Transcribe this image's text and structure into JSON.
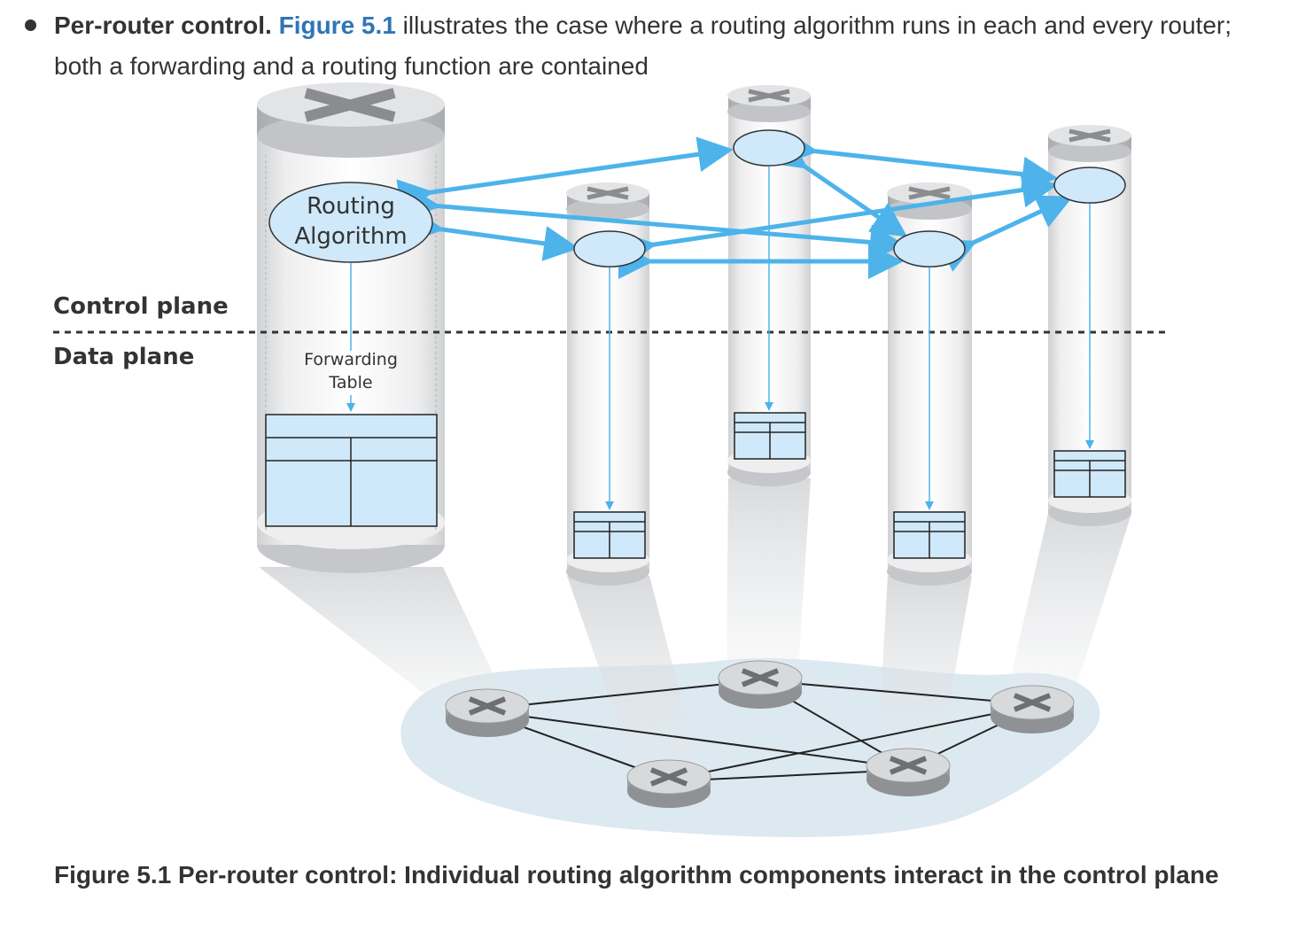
{
  "bullet": {
    "lead": "Per-router control.",
    "link": "Figure 5.1",
    "rest": " illustrates the case where a routing algorithm runs in each and every router; both a forwarding and a routing function are contained"
  },
  "figure": {
    "routing_algorithm_line1": "Routing",
    "routing_algorithm_line2": "Algorithm",
    "control_plane": "Control plane",
    "data_plane": "Data plane",
    "forwarding_line1": "Forwarding",
    "forwarding_line2": "Table",
    "colors": {
      "arrow": "#4db3ea",
      "ellipse_fill": "#cfe8fa",
      "table_fill": "#cfe8fa",
      "cloud": "#dde9f1"
    }
  },
  "caption": "Figure 5.1 Per-router control: Individual routing algorithm components interact in the control plane"
}
